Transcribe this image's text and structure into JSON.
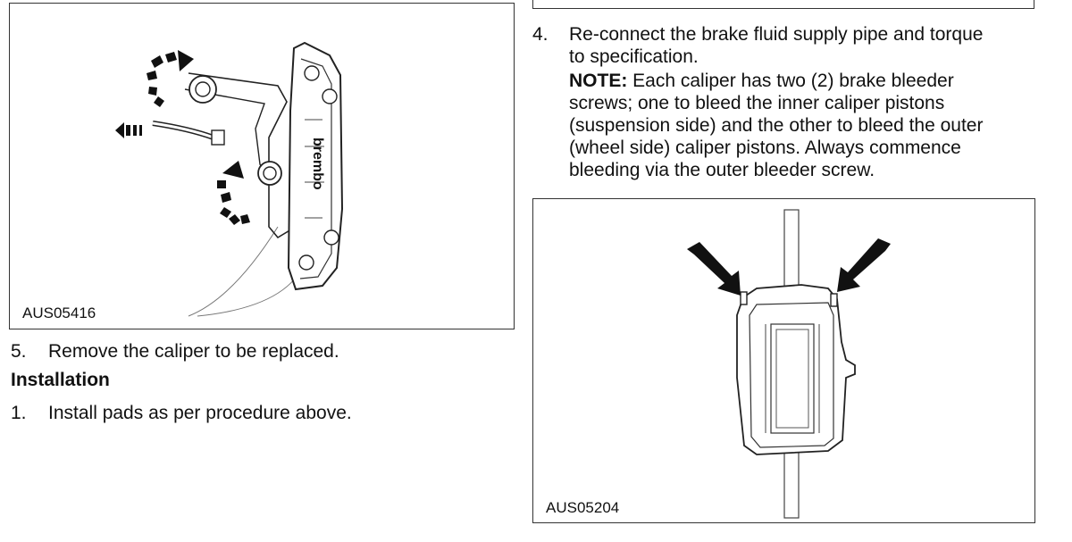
{
  "left": {
    "figure": {
      "id": "AUS05416",
      "caliper_brand_text": "brembo"
    },
    "step5": {
      "number": "5.",
      "text": "Remove the caliper to be replaced."
    },
    "installation_heading": "Installation",
    "step1": {
      "number": "1.",
      "text": "Install pads as per procedure above."
    }
  },
  "right": {
    "step4": {
      "number": "4.",
      "line1": "Re-connect the brake fluid supply pipe and torque",
      "line2": "to specification.",
      "note_label": "NOTE:",
      "note_line1": " Each caliper has two (2) brake bleeder",
      "note_line2": "screws; one to bleed the inner caliper pistons",
      "note_line3": "(suspension side) and the other to bleed the outer",
      "note_line4": "(wheel side) caliper pistons. Always commence",
      "note_line5": "bleeding via the outer bleeder screw."
    },
    "figure": {
      "id": "AUS05204"
    }
  }
}
